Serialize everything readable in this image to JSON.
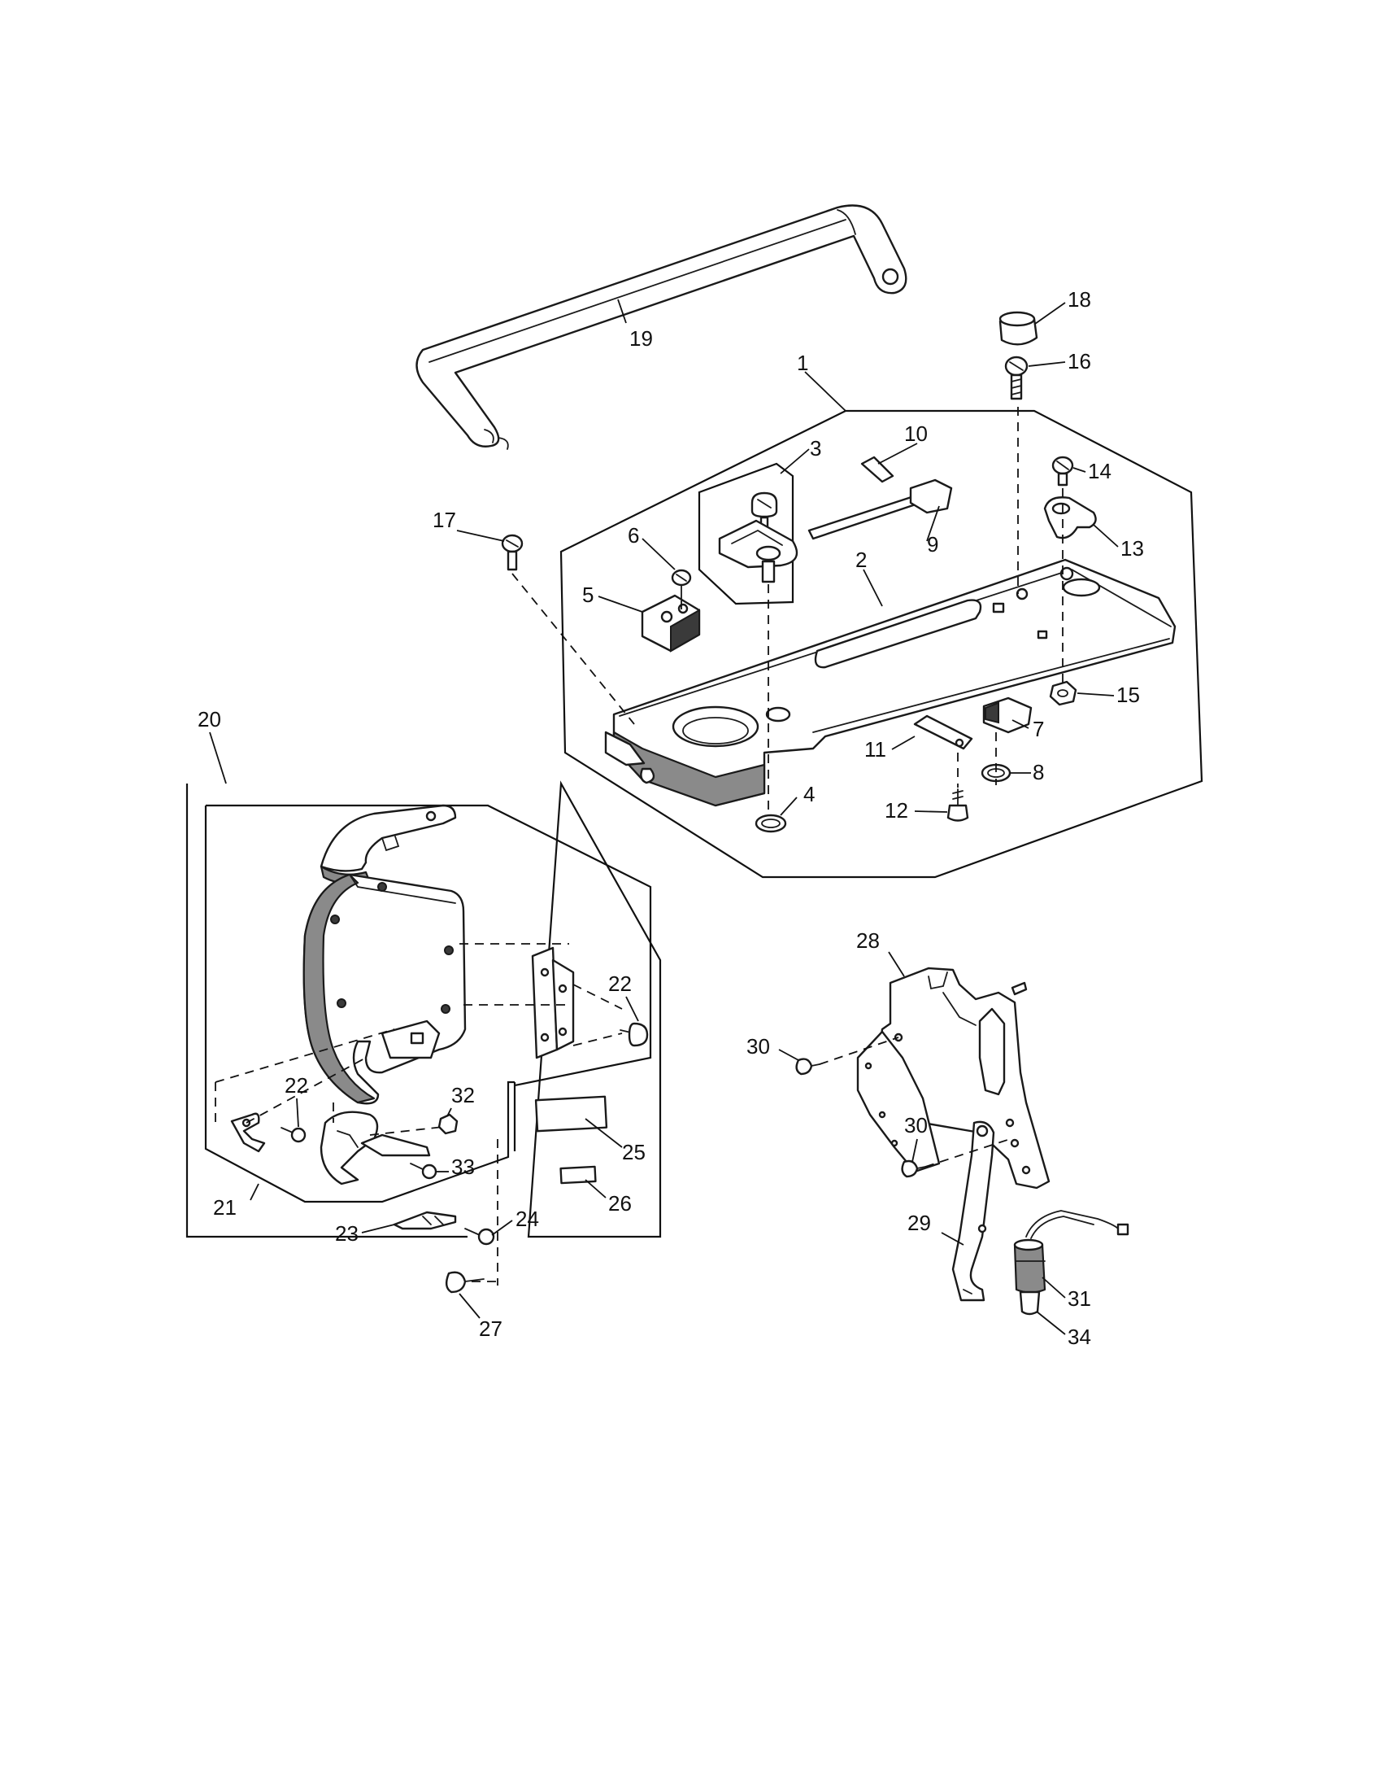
{
  "callouts": [
    {
      "id": "c1",
      "label": "1"
    },
    {
      "id": "c2",
      "label": "2"
    },
    {
      "id": "c3",
      "label": "3"
    },
    {
      "id": "c4",
      "label": "4"
    },
    {
      "id": "c5",
      "label": "5"
    },
    {
      "id": "c6",
      "label": "6"
    },
    {
      "id": "c7",
      "label": "7"
    },
    {
      "id": "c8",
      "label": "8"
    },
    {
      "id": "c9",
      "label": "9"
    },
    {
      "id": "c10",
      "label": "10"
    },
    {
      "id": "c11",
      "label": "11"
    },
    {
      "id": "c12",
      "label": "12"
    },
    {
      "id": "c13",
      "label": "13"
    },
    {
      "id": "c14",
      "label": "14"
    },
    {
      "id": "c15",
      "label": "15"
    },
    {
      "id": "c16",
      "label": "16"
    },
    {
      "id": "c17",
      "label": "17"
    },
    {
      "id": "c18",
      "label": "18"
    },
    {
      "id": "c19",
      "label": "19"
    },
    {
      "id": "c20",
      "label": "20"
    },
    {
      "id": "c21",
      "label": "21"
    },
    {
      "id": "c22a",
      "label": "22"
    },
    {
      "id": "c22b",
      "label": "22"
    },
    {
      "id": "c23",
      "label": "23"
    },
    {
      "id": "c24",
      "label": "24"
    },
    {
      "id": "c25",
      "label": "25"
    },
    {
      "id": "c26",
      "label": "26"
    },
    {
      "id": "c27",
      "label": "27"
    },
    {
      "id": "c28",
      "label": "28"
    },
    {
      "id": "c29",
      "label": "29"
    },
    {
      "id": "c30a",
      "label": "30"
    },
    {
      "id": "c30b",
      "label": "30"
    },
    {
      "id": "c31",
      "label": "31"
    },
    {
      "id": "c32",
      "label": "32"
    },
    {
      "id": "c33",
      "label": "33"
    },
    {
      "id": "c34",
      "label": "34"
    }
  ]
}
